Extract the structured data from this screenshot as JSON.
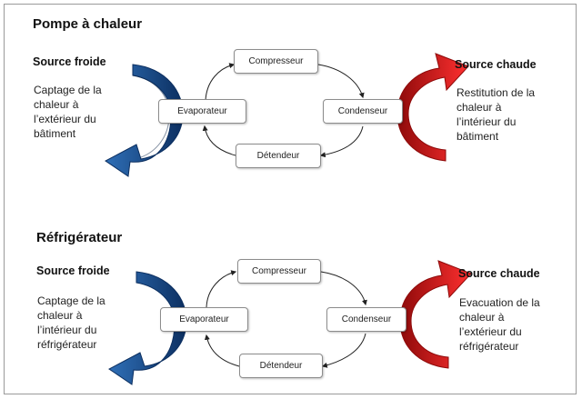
{
  "diagrams": [
    {
      "title": "Pompe à chaleur",
      "cold": {
        "title": "Source froide",
        "lines": [
          "Captage de la",
          "chaleur à",
          "l’extérieur du",
          "bâtiment"
        ]
      },
      "hot": {
        "title": "Source chaude",
        "lines": [
          "Restitution de la",
          "chaleur à",
          "l’intérieur du",
          "bâtiment"
        ]
      },
      "components": {
        "compresseur": "Compresseur",
        "evaporateur": "Evaporateur",
        "condenseur": "Condenseur",
        "detendeur": "Détendeur"
      }
    },
    {
      "title": "Réfrigérateur",
      "cold": {
        "title": "Source froide",
        "lines": [
          "Captage de la",
          "chaleur à",
          "l’intérieur du",
          "réfrigérateur"
        ]
      },
      "hot": {
        "title": "Source chaude",
        "lines": [
          "Evacuation de la",
          "chaleur à",
          "l’extérieur du",
          "réfrigérateur"
        ]
      },
      "components": {
        "compresseur": "Compresseur",
        "evaporateur": "Evaporateur",
        "condenseur": "Condenseur",
        "detendeur": "Détendeur"
      }
    }
  ],
  "colors": {
    "cold_arrow": "#1f5a9e",
    "cold_arrow_dark": "#0c2f60",
    "hot_arrow": "#e51818",
    "hot_arrow_dark": "#8e0a0a"
  }
}
